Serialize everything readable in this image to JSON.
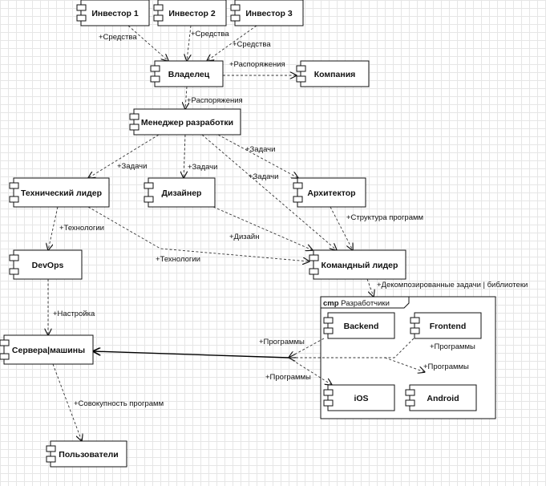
{
  "components": [
    {
      "id": "investor1",
      "label": "Инвестор 1"
    },
    {
      "id": "investor2",
      "label": "Инвестор 2"
    },
    {
      "id": "investor3",
      "label": "Инвестор 3"
    },
    {
      "id": "owner",
      "label": "Владелец"
    },
    {
      "id": "company",
      "label": "Компания"
    },
    {
      "id": "dev_manager",
      "label": "Менеджер разработки"
    },
    {
      "id": "tech_lead",
      "label": "Технический лидер"
    },
    {
      "id": "designer",
      "label": "Дизайнер"
    },
    {
      "id": "architect",
      "label": "Архитектор"
    },
    {
      "id": "devops",
      "label": "DevOps"
    },
    {
      "id": "team_lead",
      "label": "Командный лидер"
    },
    {
      "id": "servers",
      "label": "Сервера|машины"
    },
    {
      "id": "backend",
      "label": "Backend"
    },
    {
      "id": "frontend",
      "label": "Frontend"
    },
    {
      "id": "ios",
      "label": "iOS"
    },
    {
      "id": "android",
      "label": "Android"
    },
    {
      "id": "users",
      "label": "Пользователи"
    }
  ],
  "package": {
    "keyword": "cmp",
    "name": "Разработчики"
  },
  "edges": [
    {
      "id": "e1",
      "from": "investor1",
      "to": "owner",
      "label": "+Средства",
      "style": "dashed"
    },
    {
      "id": "e2",
      "from": "investor2",
      "to": "owner",
      "label": "+Средства",
      "style": "dashed"
    },
    {
      "id": "e3",
      "from": "investor3",
      "to": "owner",
      "label": "+Средства",
      "style": "dashed"
    },
    {
      "id": "e4",
      "from": "owner",
      "to": "company",
      "label": "+Распоряжения",
      "style": "dashed"
    },
    {
      "id": "e5",
      "from": "owner",
      "to": "dev_manager",
      "label": "+Распоряжения",
      "style": "dashed"
    },
    {
      "id": "e6",
      "from": "dev_manager",
      "to": "tech_lead",
      "label": "+Задачи",
      "style": "dashed"
    },
    {
      "id": "e7",
      "from": "dev_manager",
      "to": "designer",
      "label": "+Задачи",
      "style": "dashed"
    },
    {
      "id": "e8",
      "from": "dev_manager",
      "to": "architect",
      "label": "+Задачи",
      "style": "dashed"
    },
    {
      "id": "e9",
      "from": "dev_manager",
      "to": "team_lead",
      "label": "+Задачи",
      "style": "dashed"
    },
    {
      "id": "e10",
      "from": "tech_lead",
      "to": "devops",
      "label": "+Технологии",
      "style": "dashed"
    },
    {
      "id": "e11",
      "from": "tech_lead",
      "to": "team_lead",
      "label": "+Технологии",
      "style": "dashed"
    },
    {
      "id": "e12",
      "from": "designer",
      "to": "team_lead",
      "label": "+Дизайн",
      "style": "dashed"
    },
    {
      "id": "e13",
      "from": "architect",
      "to": "team_lead",
      "label": "+Структура программ",
      "style": "dashed"
    },
    {
      "id": "e14",
      "from": "team_lead",
      "to": "package",
      "label": "+Декомпозированные задачи | библиотеки",
      "style": "dashed"
    },
    {
      "id": "e15",
      "from": "devops",
      "to": "servers",
      "label": "+Настройка",
      "style": "dashed"
    },
    {
      "id": "e16",
      "from": "backend",
      "to": "servers",
      "label": "+Программы",
      "style": "dashed"
    },
    {
      "id": "e17",
      "from": "frontend",
      "to": "servers",
      "label": "+Программы",
      "style": "dashed"
    },
    {
      "id": "e18",
      "from": "ios",
      "to": "servers",
      "label": "+Программы",
      "style": "dashed"
    },
    {
      "id": "e19",
      "from": "android",
      "to": "servers",
      "label": "+Программы",
      "style": "dashed"
    },
    {
      "id": "e20",
      "from": "package",
      "to": "servers",
      "label": "",
      "style": "solid"
    },
    {
      "id": "e21",
      "from": "servers",
      "to": "users",
      "label": "+Совокупность программ",
      "style": "dashed"
    }
  ]
}
